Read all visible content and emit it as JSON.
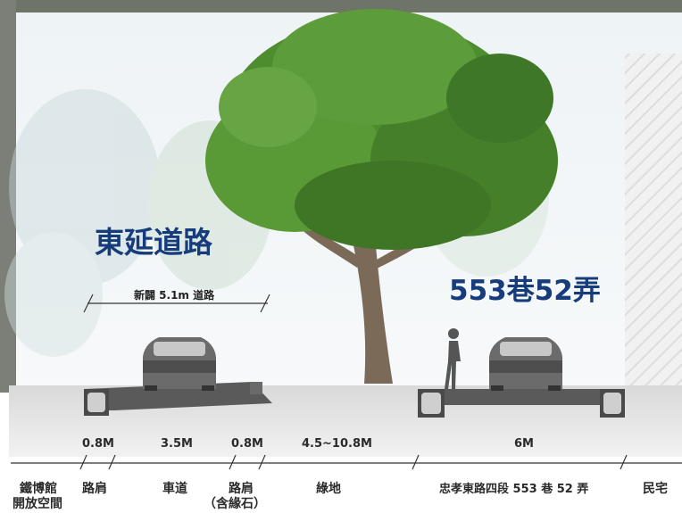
{
  "titles": {
    "east_road": "東延道路",
    "lane": "553巷52弄"
  },
  "new_road_note": "新闢 5.1m 道路",
  "dimensions": [
    "0.8M",
    "3.5M",
    "0.8M",
    "4.5~10.8M",
    "6M"
  ],
  "zones": {
    "museum": "鐵博館",
    "museum_2": "開放空間",
    "shoulder_1": "路肩",
    "lane_road": "車道",
    "shoulder_2": "路肩",
    "shoulder_2_note": "（含緣石）",
    "green": "綠地",
    "street": "忠孝東路四段 553 巷 52 弄",
    "residence": "民宅"
  },
  "colors": {
    "title_blue": "#173c7b",
    "road_dark": "#555555",
    "sky": "#dce8f0",
    "tree_green": "#4a8a2e"
  }
}
